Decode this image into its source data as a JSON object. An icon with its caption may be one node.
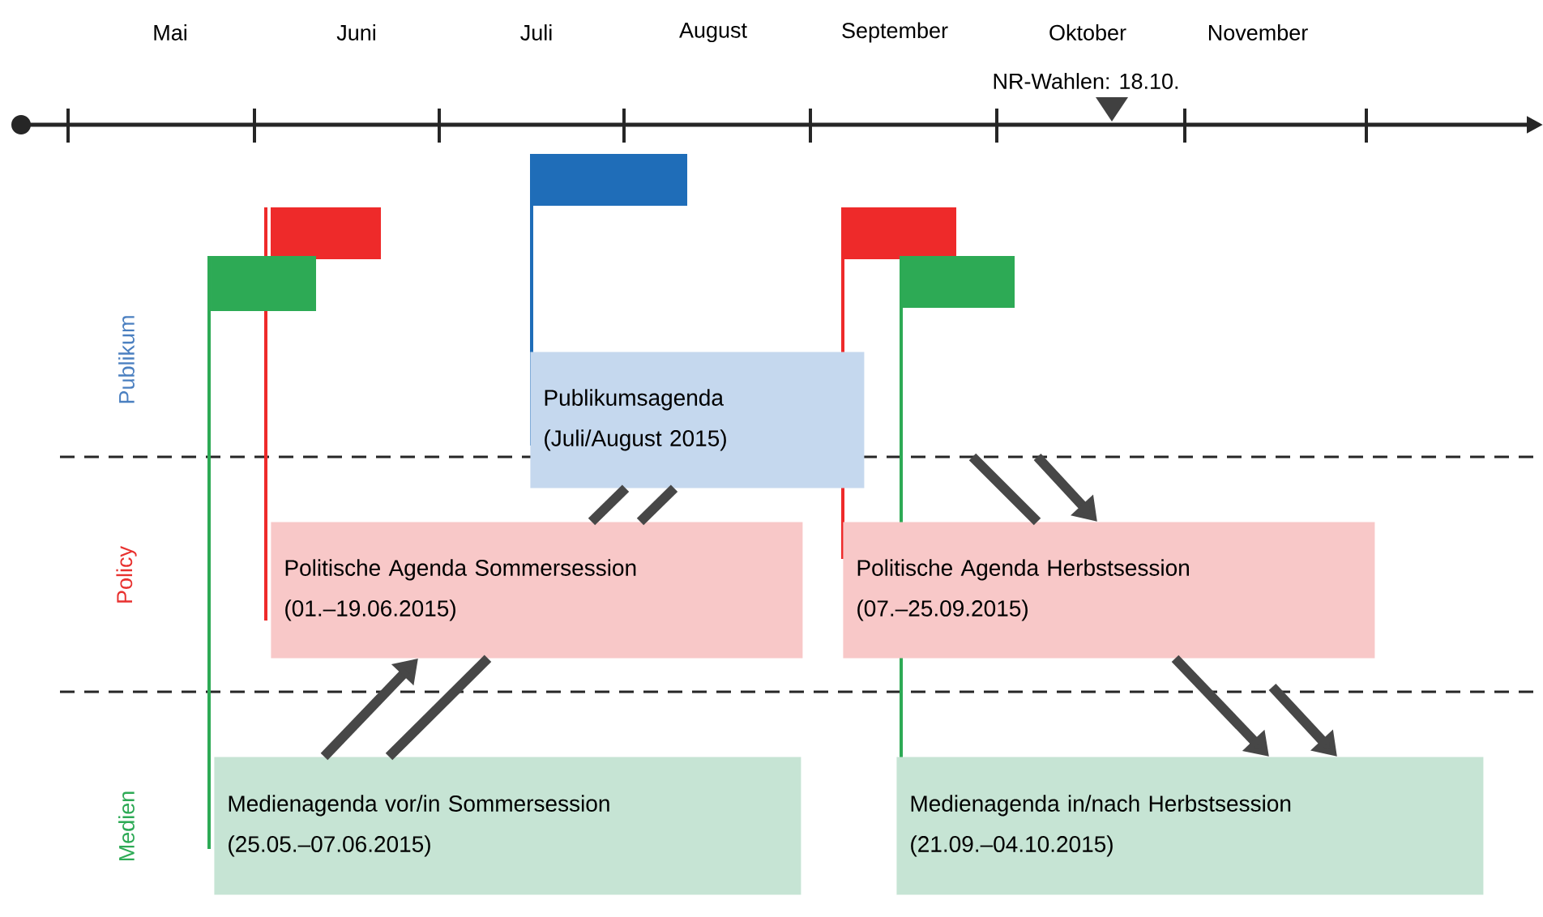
{
  "diagram": {
    "nodes": [
      {
        "text": [
          "Publikumsagenda",
          "(Juli/August 2015)"
        ]
      },
      {
        "text": [
          "Politische Agenda Sommersession",
          "(01.–19.06.2015)"
        ]
      },
      {
        "text": [
          "Politische Agenda Herbstsession",
          "(07.–25.09.2015)"
        ]
      },
      {
        "text": [
          "Medienagenda vor/in Sommersession",
          "(25.05.–07.06.2015)"
        ]
      },
      {
        "text": [
          "Medienagenda in/nach Herbstsession",
          "(21.09.–04.10.2015)"
        ]
      }
    ],
    "edges": [
      {
        "from": 3,
        "to": 1,
        "arrow": "to"
      },
      {
        "from": 3,
        "to": 1,
        "arrow": "none"
      },
      {
        "from": 1,
        "to": 0,
        "arrow": "none"
      },
      {
        "from": 1,
        "to": 0,
        "arrow": "none"
      },
      {
        "from": null,
        "to": 2,
        "arrow": "none"
      },
      {
        "from": null,
        "to": 2,
        "arrow": "to"
      },
      {
        "from": 2,
        "to": 4,
        "arrow": "to"
      },
      {
        "from": null,
        "to": 4,
        "arrow": "to"
      }
    ],
    "labels": [
      "Mai",
      "Juni",
      "Juli",
      "August",
      "September",
      "Oktober",
      "November",
      "NR-Wahlen: 18.10.",
      "Publikum",
      "Policy",
      "Medien"
    ]
  }
}
